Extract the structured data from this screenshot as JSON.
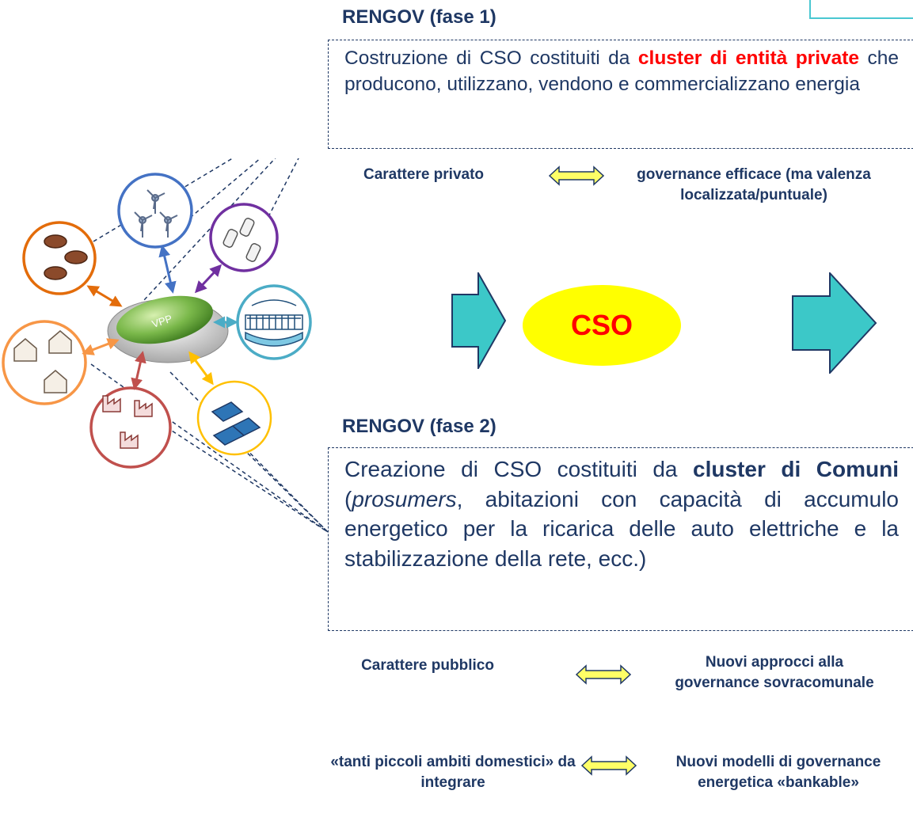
{
  "phase1": {
    "title": "RENGOV (fase 1)",
    "text_before": "Costruzione di CSO costituiti da ",
    "highlight": "cluster di entità private",
    "text_after": " che producono, utilizzano, vendono e commercializzano energia",
    "left_label": "Carattere privato",
    "right_label": "governance efficace (ma valenza localizzata/puntuale)"
  },
  "center": {
    "label": "CSO"
  },
  "phase2": {
    "title": "RENGOV (fase 2)",
    "text_before": "Creazione di CSO costituiti da ",
    "highlight": "cluster di Comuni",
    "text_paren_open": " (",
    "italic": "prosumers",
    "text_after": ", abitazioni con capacità di accumulo energetico per la ricarica delle auto elettriche e la stabilizzazione della rete, ecc.)",
    "row1_left": "Carattere pubblico",
    "row1_right": "Nuovi approcci alla governance sovracomunale",
    "row2_left": "«tanti piccoli ambiti domestici» da integrare",
    "row2_right": "Nuovi modelli di governance energetica «bankable»"
  },
  "diagram": {
    "hub_label": "VPP"
  },
  "colors": {
    "text": "#1f3864",
    "highlight": "#ff0000",
    "cso_fill": "#ffff00",
    "arrow": "#3cc8c8",
    "double_arrow": "#ffff66"
  }
}
